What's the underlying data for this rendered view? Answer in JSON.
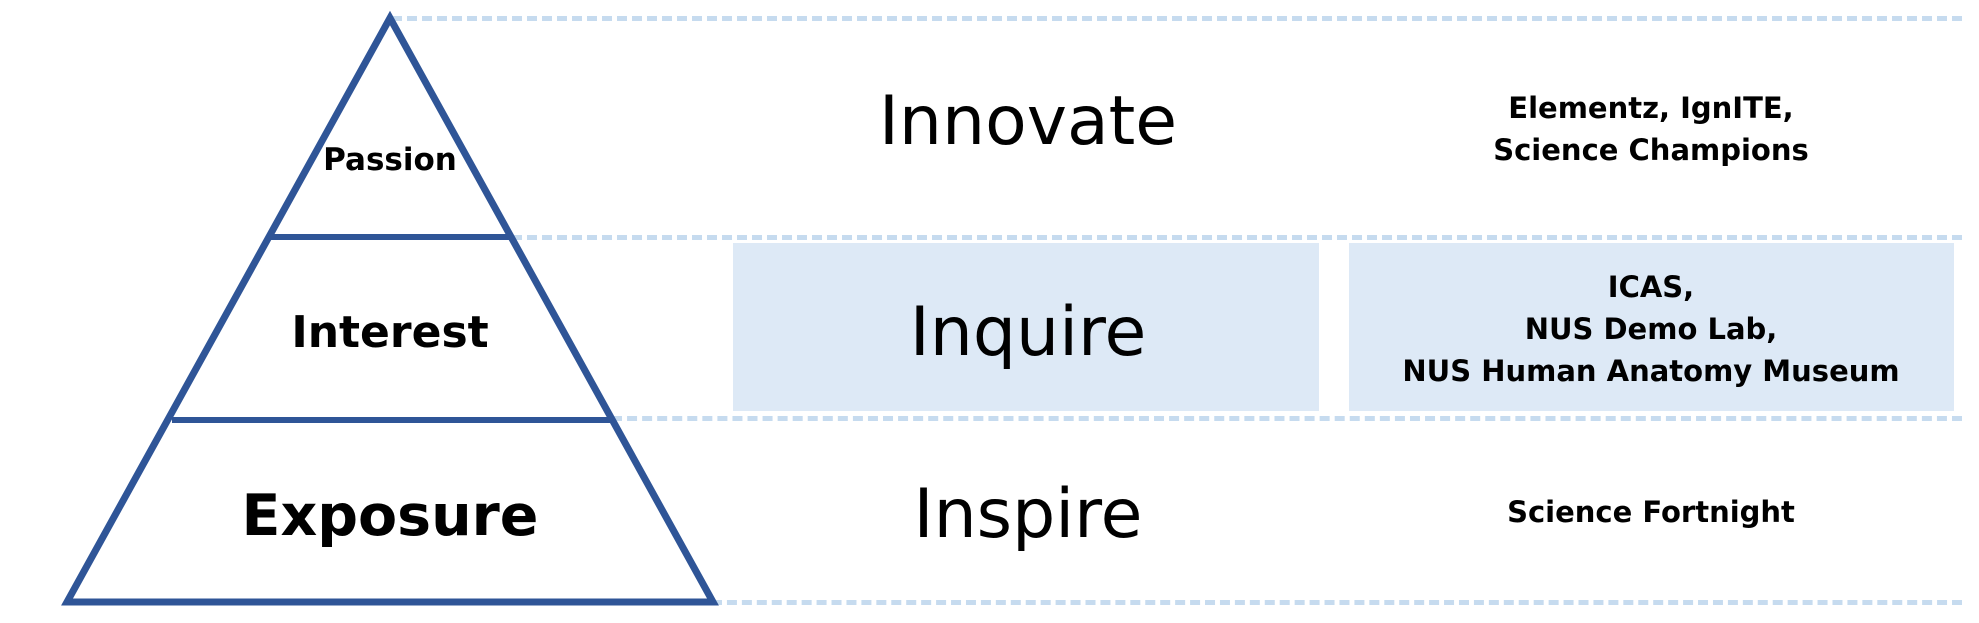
{
  "colors": {
    "pyramid_stroke": "#2f5597",
    "dash_line": "#c6dbef",
    "highlight_fill": "#dde9f6",
    "text": "#000000"
  },
  "pyramid": {
    "tiers": [
      {
        "id": "top",
        "label": "Passion"
      },
      {
        "id": "middle",
        "label": "Interest"
      },
      {
        "id": "bottom",
        "label": "Exposure"
      }
    ]
  },
  "rows": [
    {
      "action": "Innovate",
      "programs": [
        "Elementz, IgnITE,",
        "Science Champions"
      ],
      "highlighted": false
    },
    {
      "action": "Inquire",
      "programs": [
        "ICAS,",
        "NUS Demo Lab,",
        "NUS Human Anatomy Museum"
      ],
      "highlighted": true
    },
    {
      "action": "Inspire",
      "programs": [
        "Science Fortnight"
      ],
      "highlighted": false
    }
  ]
}
